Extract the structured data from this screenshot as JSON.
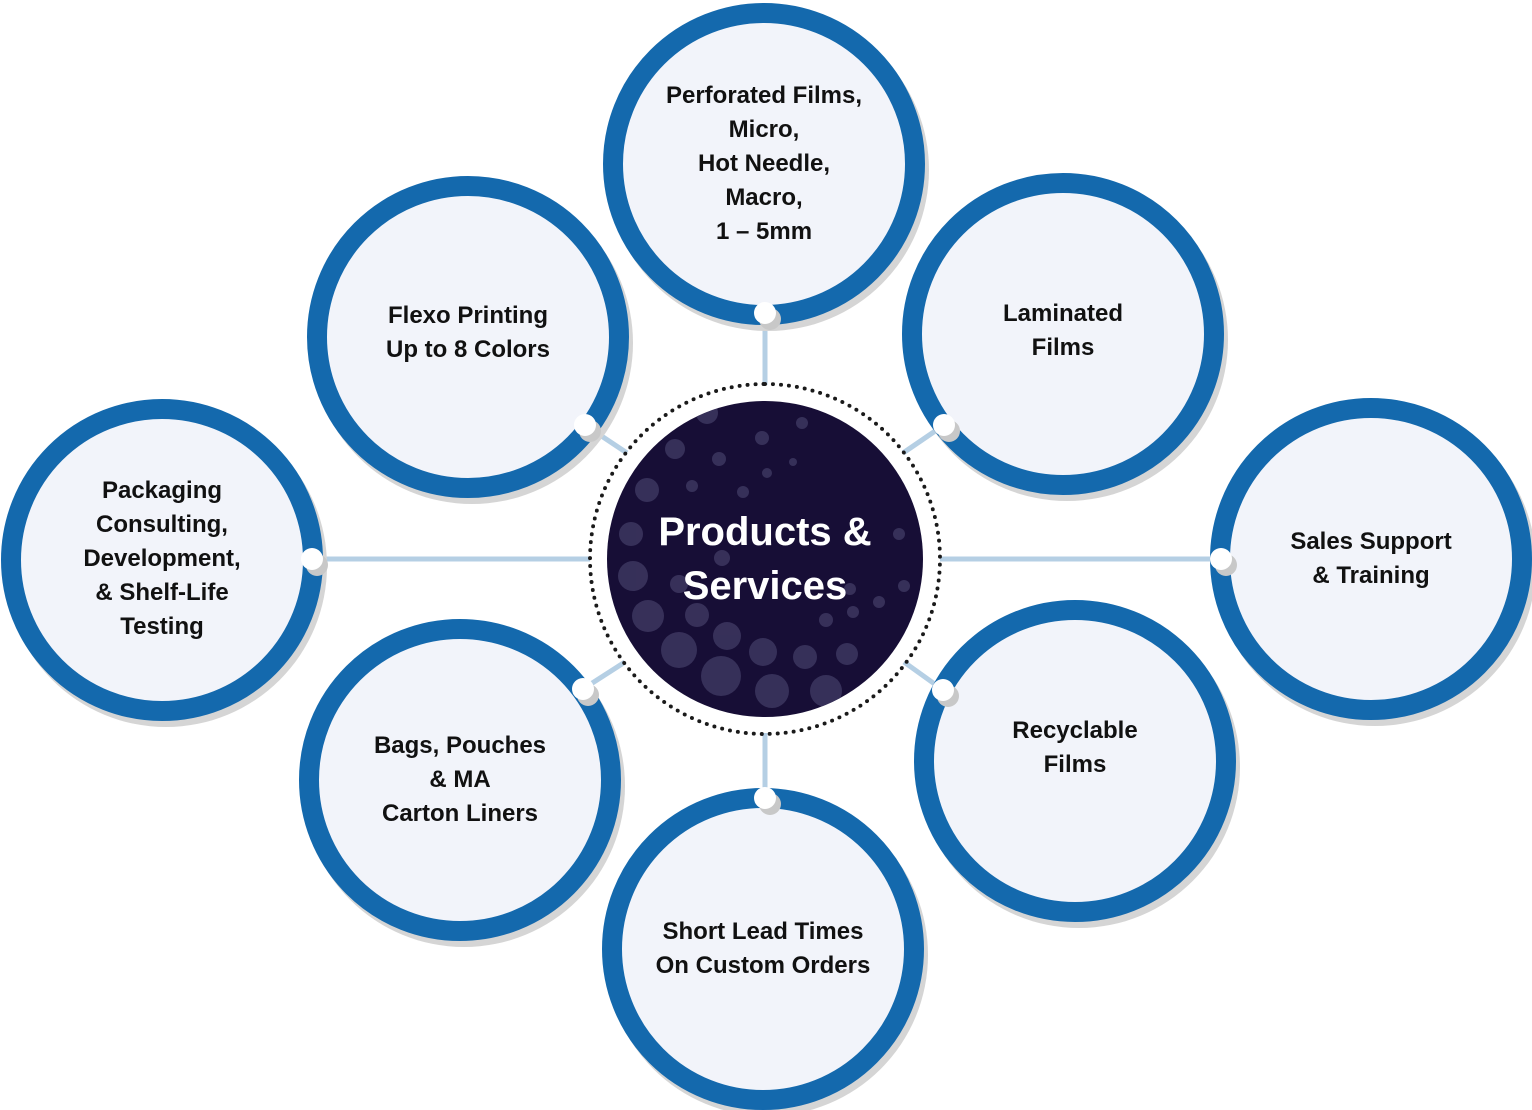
{
  "center": {
    "title": "Products &\nServices"
  },
  "colors": {
    "ring": "#1469ad",
    "fill": "#f2f4fa",
    "hub": "#170e36",
    "connector": "#b5cfe4"
  },
  "nodes": [
    {
      "id": "perforated-films",
      "label": "Perforated Films,\nMicro,\nHot Needle,\nMacro,\n1 – 5mm"
    },
    {
      "id": "flexo-printing",
      "label": "Flexo Printing\nUp to 8 Colors"
    },
    {
      "id": "laminated-films",
      "label": "Laminated\nFilms"
    },
    {
      "id": "packaging-consulting",
      "label": "Packaging\nConsulting,\nDevelopment,\n& Shelf-Life\nTesting"
    },
    {
      "id": "sales-support",
      "label": "Sales Support\n& Training"
    },
    {
      "id": "bags-pouches",
      "label": "Bags, Pouches\n& MA\nCarton Liners"
    },
    {
      "id": "recyclable-films",
      "label": "Recyclable\nFilms"
    },
    {
      "id": "short-lead-times",
      "label": "Short Lead Times\nOn Custom Orders"
    }
  ]
}
